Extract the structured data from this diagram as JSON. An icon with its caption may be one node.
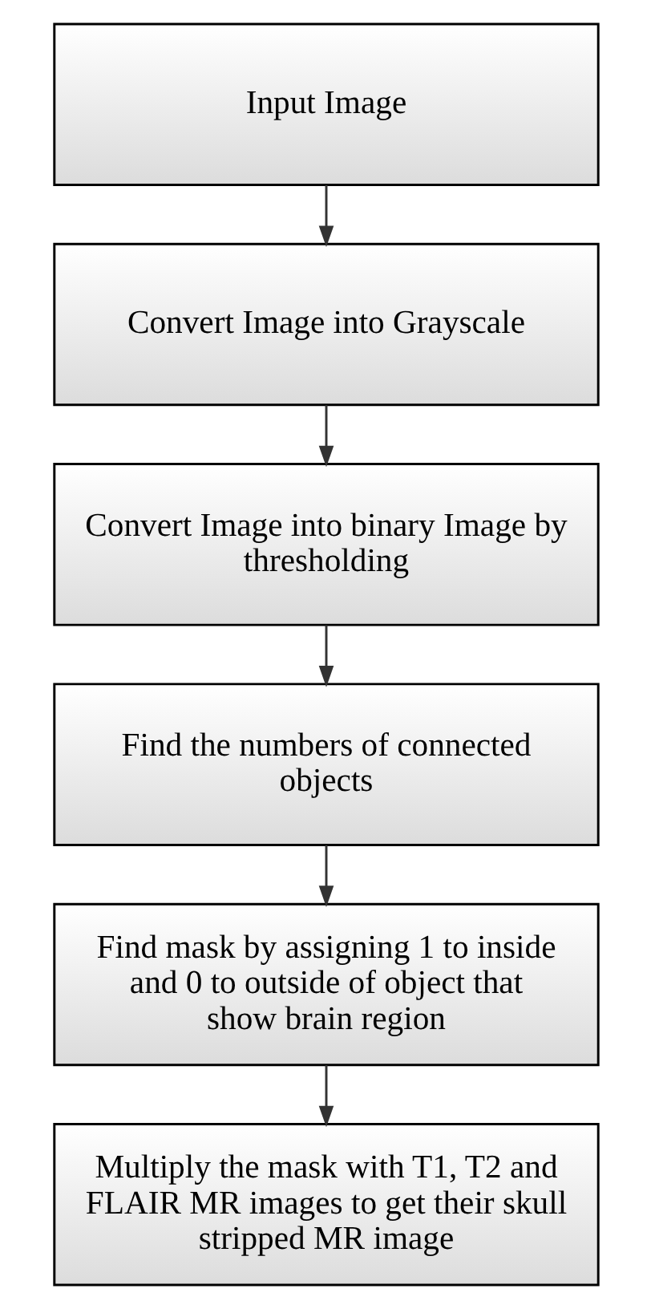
{
  "diagram": {
    "nodes": [
      {
        "text": [
          "Input Image"
        ]
      },
      {
        "text": [
          "Convert Image into Grayscale"
        ]
      },
      {
        "text": [
          "Convert Image into binary Image by thresholding"
        ]
      },
      {
        "text": [
          "Find the numbers of connected objects"
        ]
      },
      {
        "text": [
          "Find mask by assigning 1 to inside and 0 to outside of object that show brain region"
        ]
      },
      {
        "text": [
          "Multiply the mask with T1, T2 and FLAIR MR images to get their skull stripped MR image"
        ]
      }
    ],
    "edges": [
      {
        "from": 0,
        "to": 1,
        "arrow": "to"
      },
      {
        "from": 1,
        "to": 2,
        "arrow": "to"
      },
      {
        "from": 2,
        "to": 3,
        "arrow": "to"
      },
      {
        "from": 3,
        "to": 4,
        "arrow": "to"
      },
      {
        "from": 4,
        "to": 5,
        "arrow": "to"
      }
    ]
  }
}
